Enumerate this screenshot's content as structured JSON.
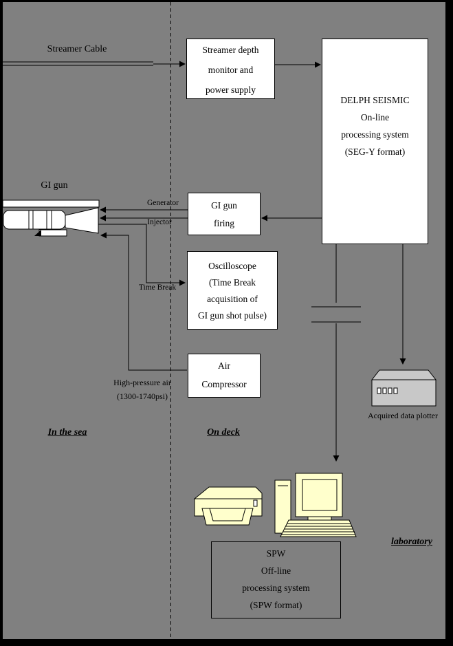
{
  "figure": {
    "type": "flow-diagram",
    "title": "Seismic acquisition system diagram"
  },
  "colors": {
    "background": "#808080",
    "frame": "#000000",
    "box_fill": "#ffffff",
    "line": "#000000",
    "icon_cream": "#ffffcc",
    "plotter_gray": "#c8c8c8"
  },
  "labels": {
    "streamer_cable": "Streamer Cable",
    "gi_gun": "GI gun",
    "generator": "Generator",
    "injector": "Injector",
    "time_break": "Time Break",
    "high_pressure_air_1": "High-pressure air",
    "high_pressure_air_2": "(1300-1740psi)",
    "acquired_data_plotter": "Acquired data plotter",
    "in_the_sea": "In the sea",
    "on_deck": "On deck",
    "laboratory": "laboratory"
  },
  "boxes": {
    "streamer_depth": {
      "lines": [
        "Streamer depth",
        "monitor and",
        "power supply"
      ]
    },
    "delph": {
      "lines": [
        "DELPH SEISMIC",
        "On-line",
        "processing system",
        "(SEG-Y format)"
      ]
    },
    "gi_gun_firing": {
      "lines": [
        "GI gun",
        "firing"
      ]
    },
    "oscilloscope": {
      "lines": [
        "Oscilloscope",
        "(Time Break",
        "acquisition of",
        "GI gun shot pulse)"
      ]
    },
    "air_compressor": {
      "lines": [
        "Air",
        "Compressor"
      ]
    },
    "spw": {
      "lines": [
        "SPW",
        "Off-line",
        "processing system",
        "(SPW format)"
      ]
    }
  },
  "icons": {
    "gi_gun": "gi-gun-icon",
    "plotter": "plotter-icon",
    "printer": "printer-icon",
    "computer": "computer-icon",
    "connector_break": "capacitor-symbol"
  }
}
